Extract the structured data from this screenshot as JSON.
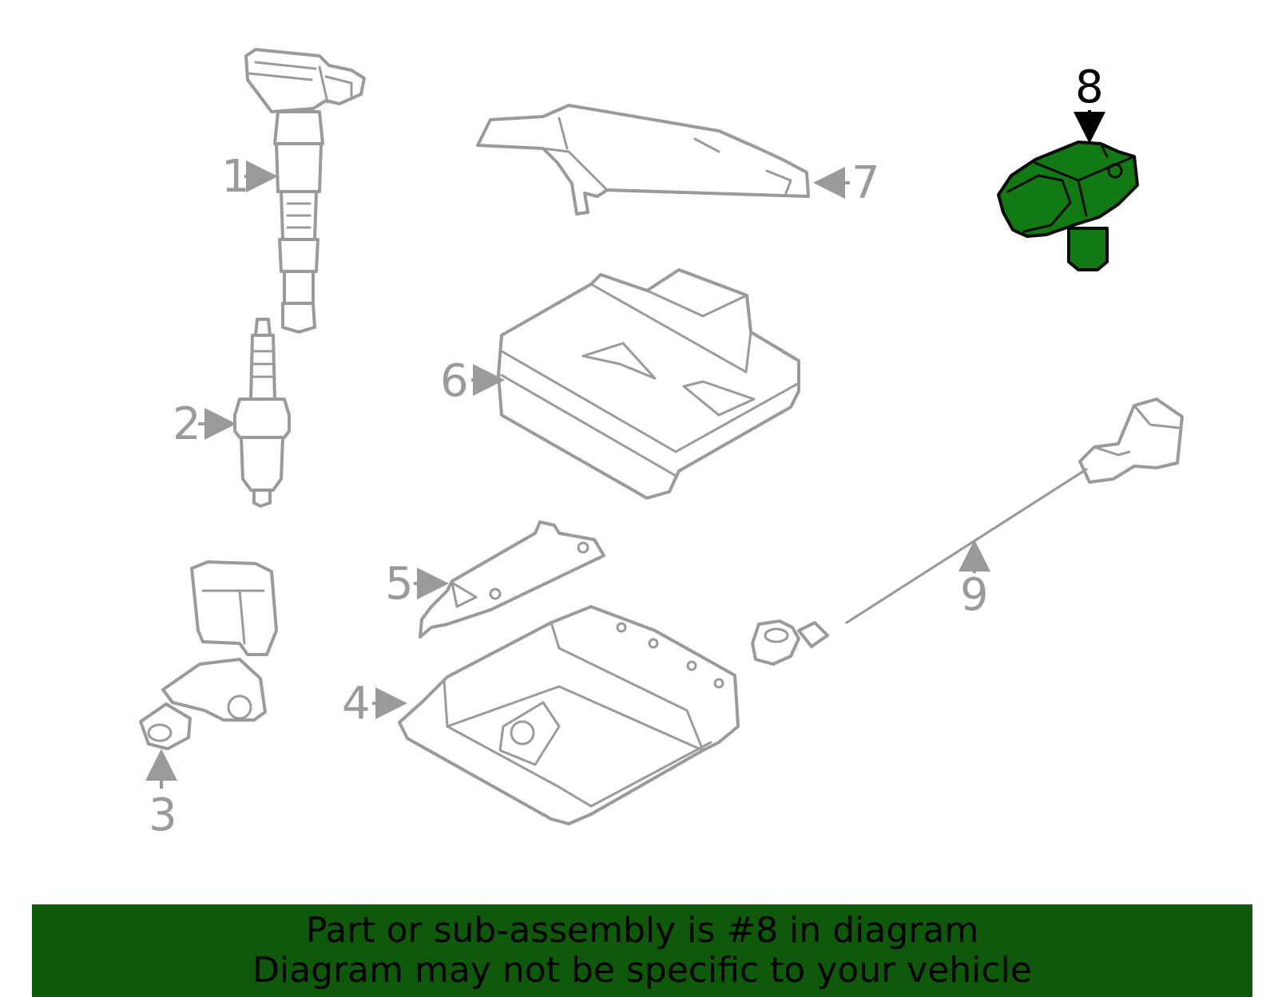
{
  "diagram": {
    "callouts": [
      {
        "num": "1",
        "part": "ignition-coil"
      },
      {
        "num": "2",
        "part": "spark-plug"
      },
      {
        "num": "3",
        "part": "crankshaft-position-sensor"
      },
      {
        "num": "4",
        "part": "engine-control-module"
      },
      {
        "num": "5",
        "part": "ecm-bracket"
      },
      {
        "num": "6",
        "part": "engine-control-module-upper"
      },
      {
        "num": "7",
        "part": "coil-cover-bracket"
      },
      {
        "num": "8",
        "part": "camshaft-position-sensor"
      },
      {
        "num": "9",
        "part": "knock-sensor"
      }
    ],
    "highlighted_part": "8",
    "highlight_color": "#127a12",
    "part_outline_color": "#9a9a9a"
  },
  "banner": {
    "line1": "Part or sub-assembly is #8 in diagram",
    "line2": "Diagram may not be specific to your vehicle",
    "background": "#0f5a0a"
  }
}
